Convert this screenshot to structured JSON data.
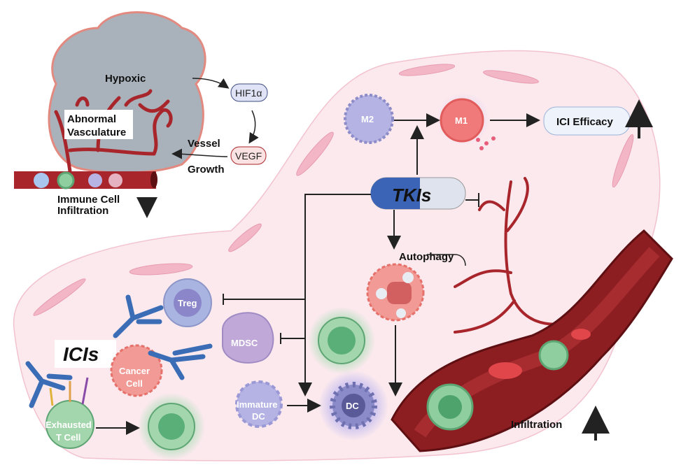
{
  "tumor": {
    "hypoxic": "Hypoxic",
    "abnormal_vasculature_line1": "Abnormal",
    "abnormal_vasculature_line2": "Vasculature",
    "hif": "HIF1α",
    "vegf": "VEGF",
    "vessel_growth_line1": "Vessel",
    "vessel_growth_line2": "Growth",
    "immune_infiltration_line1": "Immune Cell",
    "immune_infiltration_line2": "Infiltration",
    "immune_infiltration_trend": "down"
  },
  "drugs": {
    "tkis": "TKIs",
    "icis": "ICIs"
  },
  "cells": {
    "m2": "M2",
    "m1": "M1",
    "treg": "Treg",
    "mdsc": "MDSC",
    "cancer_line1": "Cancer",
    "cancer_line2": "Cell",
    "immature_dc_line1": "Immature",
    "immature_dc_line2": "DC",
    "dc": "DC",
    "exhausted_line1": "Exhausted",
    "exhausted_line2": "T Cell"
  },
  "outcomes": {
    "autophagy": "Autophagy",
    "ici_efficacy": "ICI Efficacy",
    "ici_efficacy_trend": "up",
    "infiltration": "Infiltration",
    "infiltration_trend": "up"
  },
  "colors": {
    "vessel": "#a8262b",
    "tumor": "#a9b2bb",
    "tme_background": "#fbe9ee",
    "t_cell": "#8fcf9f",
    "treg": "#aab4e0",
    "m1": "#f07a7a",
    "antibody": "#3a6db5"
  }
}
